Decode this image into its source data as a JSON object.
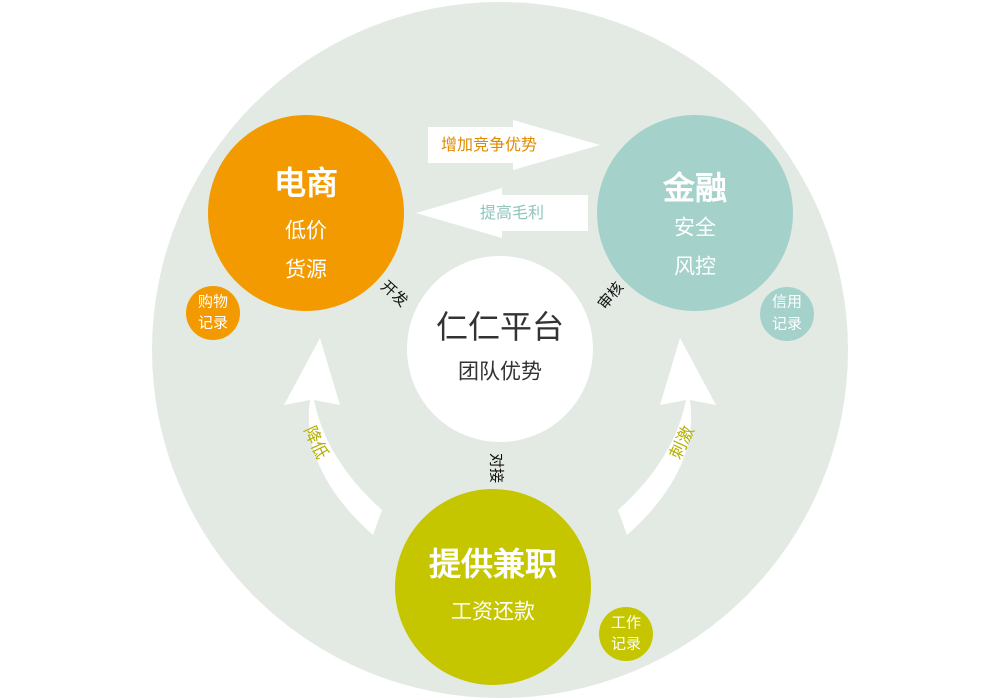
{
  "colors": {
    "outer": "#e2eae3",
    "ecommerce": "#f29a00",
    "finance": "#a5d1cb",
    "jobs": "#c5c500",
    "platform": "#ffffff",
    "arrow": "#ffffff",
    "label_orange": "#e08a00",
    "label_teal": "#8fc4bd",
    "label_yellow": "#b3b000",
    "connector_text": "#111111",
    "center_text": "#333333"
  },
  "nodes": {
    "ecommerce": {
      "title": "电商",
      "line1": "低价",
      "line2": "货源",
      "badge_line1": "购物",
      "badge_line2": "记录"
    },
    "finance": {
      "title": "金融",
      "line1": "安全",
      "line2": "风控",
      "badge_line1": "信用",
      "badge_line2": "记录"
    },
    "jobs": {
      "title": "提供兼职",
      "line1": "工资还款",
      "badge_line1": "工作",
      "badge_line2": "记录"
    },
    "platform": {
      "title": "仁仁平台",
      "subtitle": "团队优势"
    }
  },
  "arrows": {
    "top": "增加竞争优势",
    "middle": "提高毛利",
    "left": "降低",
    "right": "刺激"
  },
  "connectors": {
    "ecommerce": "开发",
    "finance": "审核",
    "jobs": "对接"
  }
}
